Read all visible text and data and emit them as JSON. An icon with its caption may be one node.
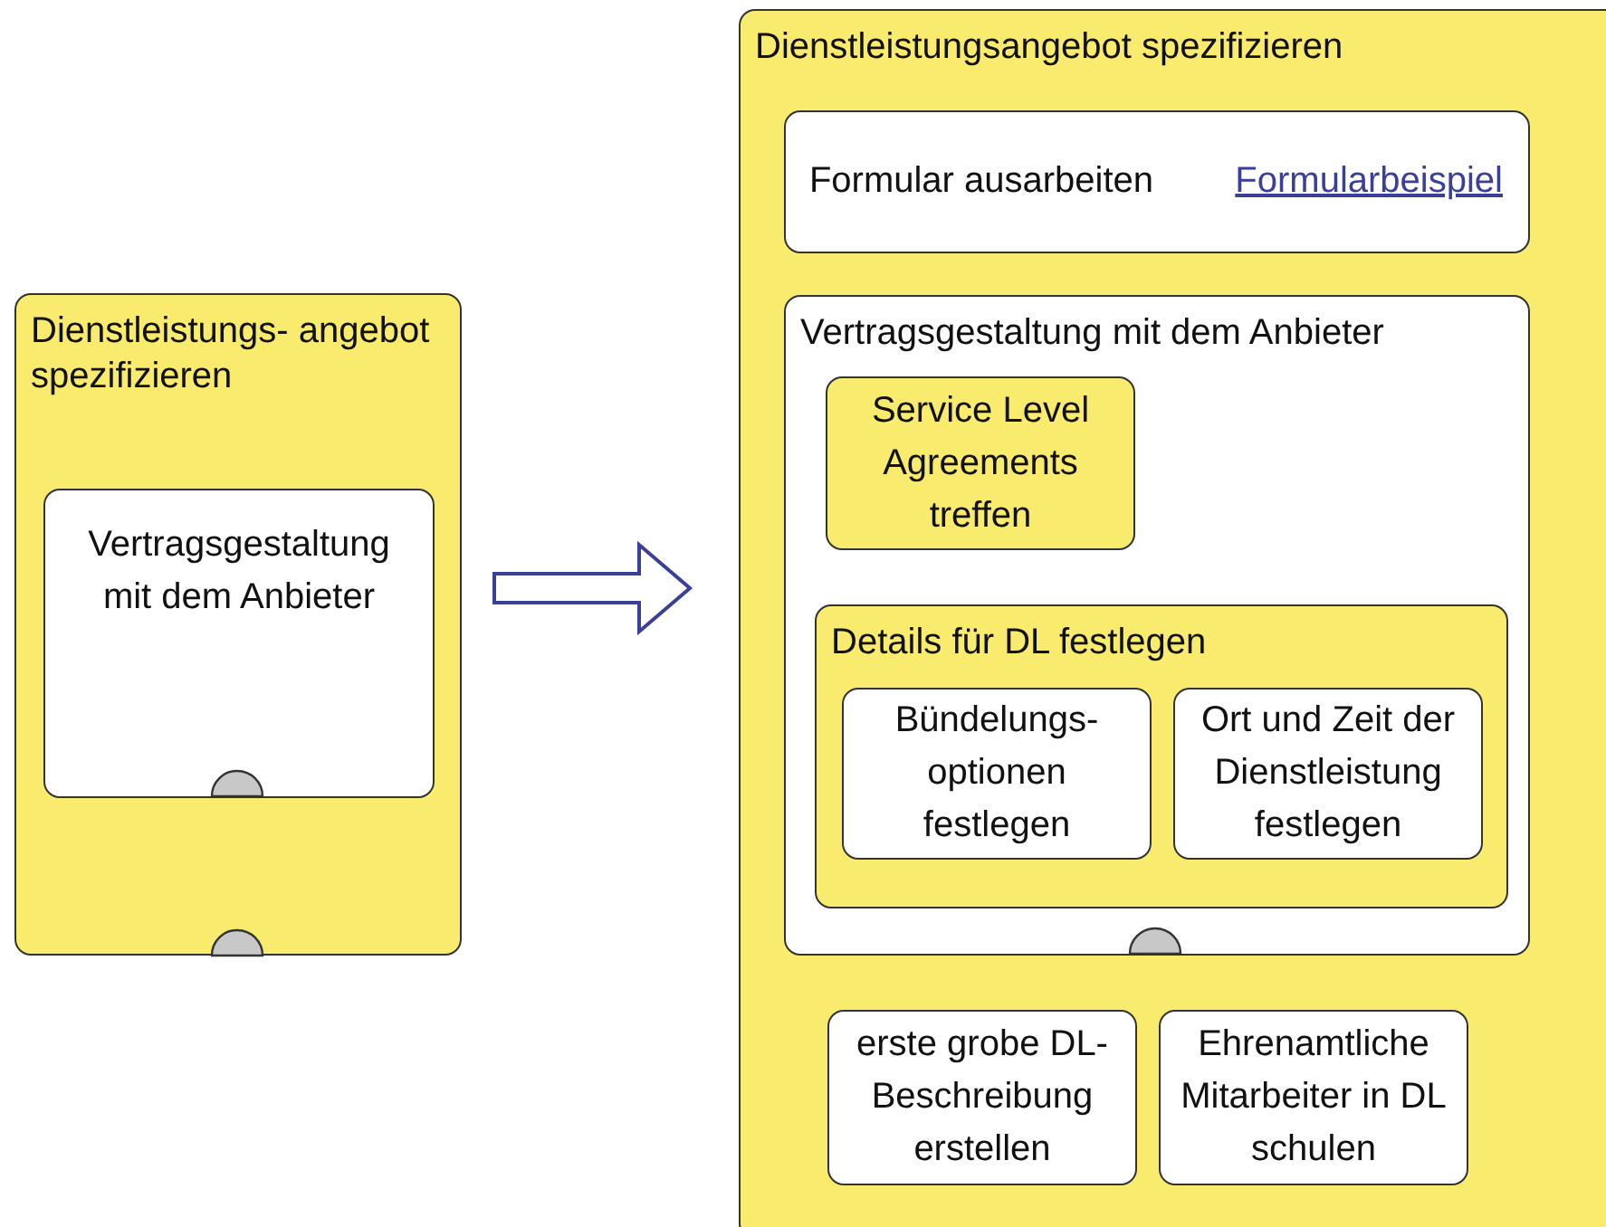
{
  "diagram": {
    "nodes": [
      {
        "text": [
          "Dienstleistungs- angebot spezifizieren"
        ]
      },
      {
        "text": [
          "Vertragsgestaltung mit dem Anbieter"
        ],
        "in": 0
      },
      {
        "text": [
          "Dienstleistungsangebot spezifizieren"
        ]
      },
      {
        "text": [
          "Formular ausarbeiten",
          "Formularbeispiel"
        ],
        "in": 2
      },
      {
        "text": [
          "Vertragsgestaltung mit dem Anbieter"
        ],
        "in": 2
      },
      {
        "text": [
          "Service Level Agreements treffen"
        ],
        "in": 4
      },
      {
        "text": [
          "Details für DL festlegen"
        ],
        "in": 4
      },
      {
        "text": [
          "Bündelungs- optionen festlegen"
        ],
        "in": 6
      },
      {
        "text": [
          "Ort und Zeit der Dienstleistung festlegen"
        ],
        "in": 6
      },
      {
        "text": [
          "erste grobe DL- Beschreibung erstellen"
        ],
        "in": 2
      },
      {
        "text": [
          "Ehrenamtliche Mitarbeiter in DL schulen"
        ],
        "in": 2
      }
    ],
    "edges": [
      {
        "from": 0,
        "to": 2,
        "arrow": "to"
      }
    ]
  }
}
